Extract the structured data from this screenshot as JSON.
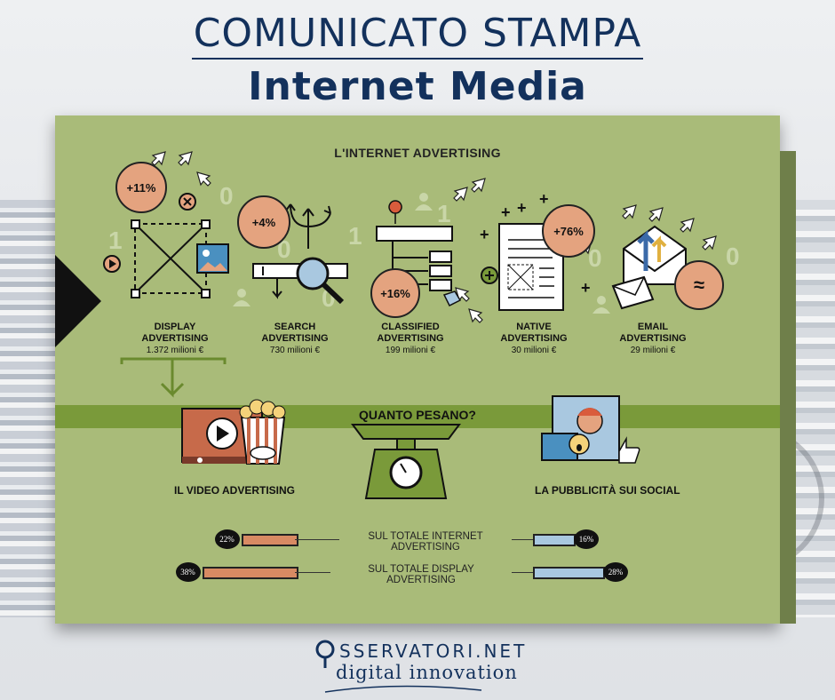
{
  "header": {
    "line1": "COMUNICATO STAMPA",
    "line2": "Internet Media"
  },
  "infographic": {
    "title": "L'INTERNET ADVERTISING",
    "categories": [
      {
        "label1": "DISPLAY",
        "label2": "ADVERTISING",
        "value": "1.372 milioni €",
        "growth": "+11%"
      },
      {
        "label1": "SEARCH",
        "label2": "ADVERTISING",
        "value": "730 milioni €",
        "growth": "+4%"
      },
      {
        "label1": "CLASSIFIED",
        "label2": "ADVERTISING",
        "value": "199 milioni €",
        "growth": "+16%"
      },
      {
        "label1": "NATIVE",
        "label2": "ADVERTISING",
        "value": "30 milioni €",
        "growth": "+76%"
      },
      {
        "label1": "EMAIL",
        "label2": "ADVERTISING",
        "value": "29 milioni €",
        "growth": "≈"
      }
    ],
    "section2_title": "QUANTO PESANO?",
    "video_label": "IL VIDEO ADVERTISING",
    "social_label": "LA PUBBLICITÀ SUI SOCIAL",
    "comparisons": [
      {
        "label": "SUL TOTALE INTERNET ADVERTISING",
        "video": "22%",
        "social": "16%",
        "video_value": 22,
        "social_value": 16
      },
      {
        "label": "SUL TOTALE  DISPLAY ADVERTISING",
        "video": "38%",
        "social": "28%",
        "video_value": 38,
        "social_value": 28
      }
    ]
  },
  "logo": {
    "line1": "SSERVATORI.NET",
    "line2": "digital innovation"
  },
  "colors": {
    "navy": "#13315c",
    "green": "#a9bb79",
    "dark_green": "#7a9a3a",
    "salmon": "#e4a37f",
    "bar_orange": "#d88a63",
    "bar_blue": "#a9c8e0"
  }
}
